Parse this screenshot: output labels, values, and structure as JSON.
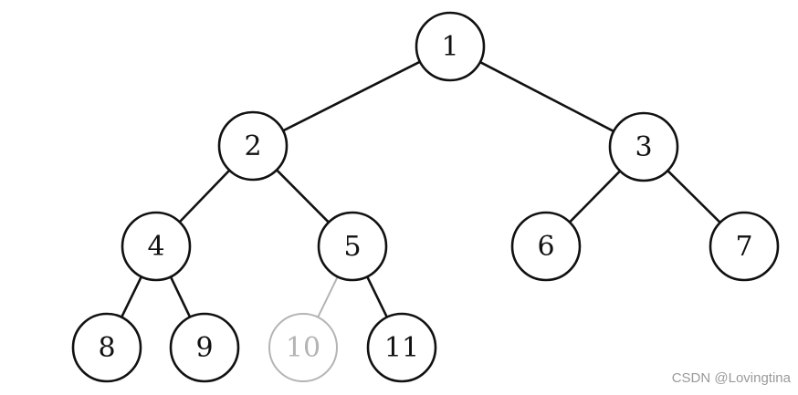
{
  "diagram": {
    "type": "binary-tree",
    "nodes": [
      {
        "id": "1",
        "label": "1",
        "faded": false
      },
      {
        "id": "2",
        "label": "2",
        "faded": false
      },
      {
        "id": "3",
        "label": "3",
        "faded": false
      },
      {
        "id": "4",
        "label": "4",
        "faded": false
      },
      {
        "id": "5",
        "label": "5",
        "faded": false
      },
      {
        "id": "6",
        "label": "6",
        "faded": false
      },
      {
        "id": "7",
        "label": "7",
        "faded": false
      },
      {
        "id": "8",
        "label": "8",
        "faded": false
      },
      {
        "id": "9",
        "label": "9",
        "faded": false
      },
      {
        "id": "10",
        "label": "10",
        "faded": true
      },
      {
        "id": "11",
        "label": "11",
        "faded": false
      }
    ],
    "edges": [
      {
        "from": "1",
        "to": "2",
        "faded": false
      },
      {
        "from": "1",
        "to": "3",
        "faded": false
      },
      {
        "from": "2",
        "to": "4",
        "faded": false
      },
      {
        "from": "2",
        "to": "5",
        "faded": false
      },
      {
        "from": "3",
        "to": "6",
        "faded": false
      },
      {
        "from": "3",
        "to": "7",
        "faded": false
      },
      {
        "from": "4",
        "to": "8",
        "faded": false
      },
      {
        "from": "4",
        "to": "9",
        "faded": false
      },
      {
        "from": "5",
        "to": "10",
        "faded": true
      },
      {
        "from": "5",
        "to": "11",
        "faded": false
      }
    ]
  },
  "colors": {
    "stroke": "#111111",
    "faded_stroke": "#b4b4b4",
    "fill": "#ffffff"
  },
  "watermark": "CSDN @Lovingtina"
}
